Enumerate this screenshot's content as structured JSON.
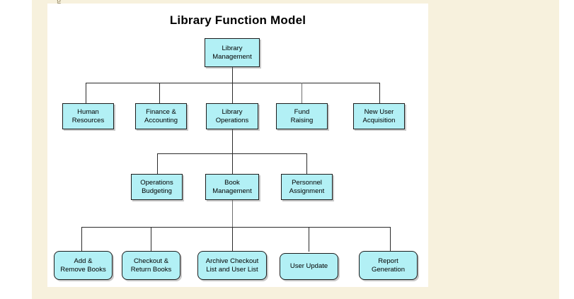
{
  "page": {
    "background_color": "#ffffff",
    "backdrop_color": "#f7f1dd",
    "canvas_color": "#ffffff",
    "stray_glyph": "g"
  },
  "diagram": {
    "title": "Library Function Model",
    "type": "hierarchy-tree",
    "node_fill_color": "#b2f0f5",
    "node_border_color": "#1c1c1c",
    "connector_color": "#2b2b2b",
    "levels": [
      {
        "level": 1,
        "nodes": [
          {
            "id": "library-management",
            "line1": "Library",
            "line2": "Management",
            "shape": "rect"
          }
        ]
      },
      {
        "level": 2,
        "nodes": [
          {
            "id": "human-resources",
            "line1": "Human",
            "line2": "Resources",
            "shape": "rect"
          },
          {
            "id": "finance-accounting",
            "line1": "Finance &",
            "line2": "Accounting",
            "shape": "rect"
          },
          {
            "id": "library-operations",
            "line1": "Library",
            "line2": "Operations",
            "shape": "rect"
          },
          {
            "id": "fund-raising",
            "line1": "Fund",
            "line2": "Raising",
            "shape": "rect"
          },
          {
            "id": "new-user-acquisition",
            "line1": "New User",
            "line2": "Acquisition",
            "shape": "rect"
          }
        ]
      },
      {
        "level": 3,
        "nodes": [
          {
            "id": "operations-budgeting",
            "line1": "Operations",
            "line2": "Budgeting",
            "shape": "rect"
          },
          {
            "id": "book-management",
            "line1": "Book",
            "line2": "Management",
            "shape": "rect"
          },
          {
            "id": "personnel-assignment",
            "line1": "Personnel",
            "line2": "Assignment",
            "shape": "rect"
          }
        ]
      },
      {
        "level": 4,
        "nodes": [
          {
            "id": "add-remove-books",
            "line1": "Add &",
            "line2": "Remove Books",
            "shape": "rounded"
          },
          {
            "id": "checkout-return-books",
            "line1": "Checkout &",
            "line2": "Return Books",
            "shape": "rounded"
          },
          {
            "id": "archive-checkout-list",
            "line1": "Archive Checkout",
            "line2": "List and User List",
            "shape": "rounded"
          },
          {
            "id": "user-update",
            "line1": "User Update",
            "line2": "",
            "shape": "rounded"
          },
          {
            "id": "report-generation",
            "line1": "Report",
            "line2": "Generation",
            "shape": "rounded"
          }
        ]
      }
    ],
    "edges": [
      {
        "from": "library-management",
        "to": "human-resources"
      },
      {
        "from": "library-management",
        "to": "finance-accounting"
      },
      {
        "from": "library-management",
        "to": "library-operations"
      },
      {
        "from": "library-management",
        "to": "fund-raising"
      },
      {
        "from": "library-management",
        "to": "new-user-acquisition"
      },
      {
        "from": "library-operations",
        "to": "operations-budgeting"
      },
      {
        "from": "library-operations",
        "to": "book-management"
      },
      {
        "from": "library-operations",
        "to": "personnel-assignment"
      },
      {
        "from": "book-management",
        "to": "add-remove-books"
      },
      {
        "from": "book-management",
        "to": "checkout-return-books"
      },
      {
        "from": "book-management",
        "to": "archive-checkout-list"
      },
      {
        "from": "book-management",
        "to": "user-update"
      },
      {
        "from": "book-management",
        "to": "report-generation"
      }
    ]
  }
}
